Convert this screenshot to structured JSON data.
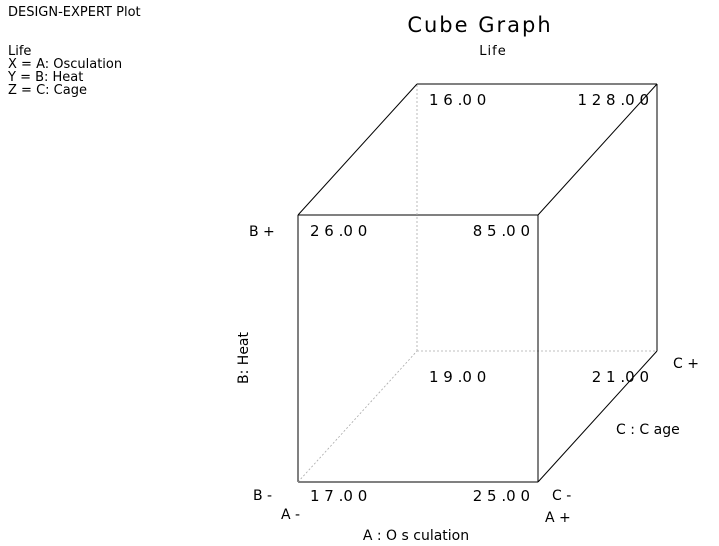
{
  "header": {
    "plot_label": "DESIGN-EXPERT Plot",
    "response": "Life",
    "x_factor": "X = A: Osculation",
    "y_factor": "Y = B: Heat",
    "z_factor": "Z = C: Cage"
  },
  "chart_data": {
    "type": "cube",
    "title": "Cube Graph",
    "subtitle": "Life",
    "axes": {
      "x": {
        "label": "A : O s culation",
        "low": "A -",
        "high": "A +"
      },
      "y": {
        "label": "B: Heat",
        "low": "B -",
        "high": "B +"
      },
      "z": {
        "label": "C : C age",
        "low": "C -",
        "high": "C +"
      }
    },
    "points": [
      {
        "a": -1,
        "b": -1,
        "c": -1,
        "label": "1 7 .0 0"
      },
      {
        "a": 1,
        "b": -1,
        "c": -1,
        "label": "2 5 .0 0"
      },
      {
        "a": -1,
        "b": 1,
        "c": -1,
        "label": "2 6 .0 0"
      },
      {
        "a": 1,
        "b": 1,
        "c": -1,
        "label": "8 5 .0 0"
      },
      {
        "a": -1,
        "b": -1,
        "c": 1,
        "label": "1 9 .0 0"
      },
      {
        "a": 1,
        "b": -1,
        "c": 1,
        "label": "2 1 .0 0"
      },
      {
        "a": -1,
        "b": 1,
        "c": 1,
        "label": "1 6 .0 0"
      },
      {
        "a": 1,
        "b": 1,
        "c": 1,
        "label": "1 2 8 .0 0"
      }
    ]
  }
}
